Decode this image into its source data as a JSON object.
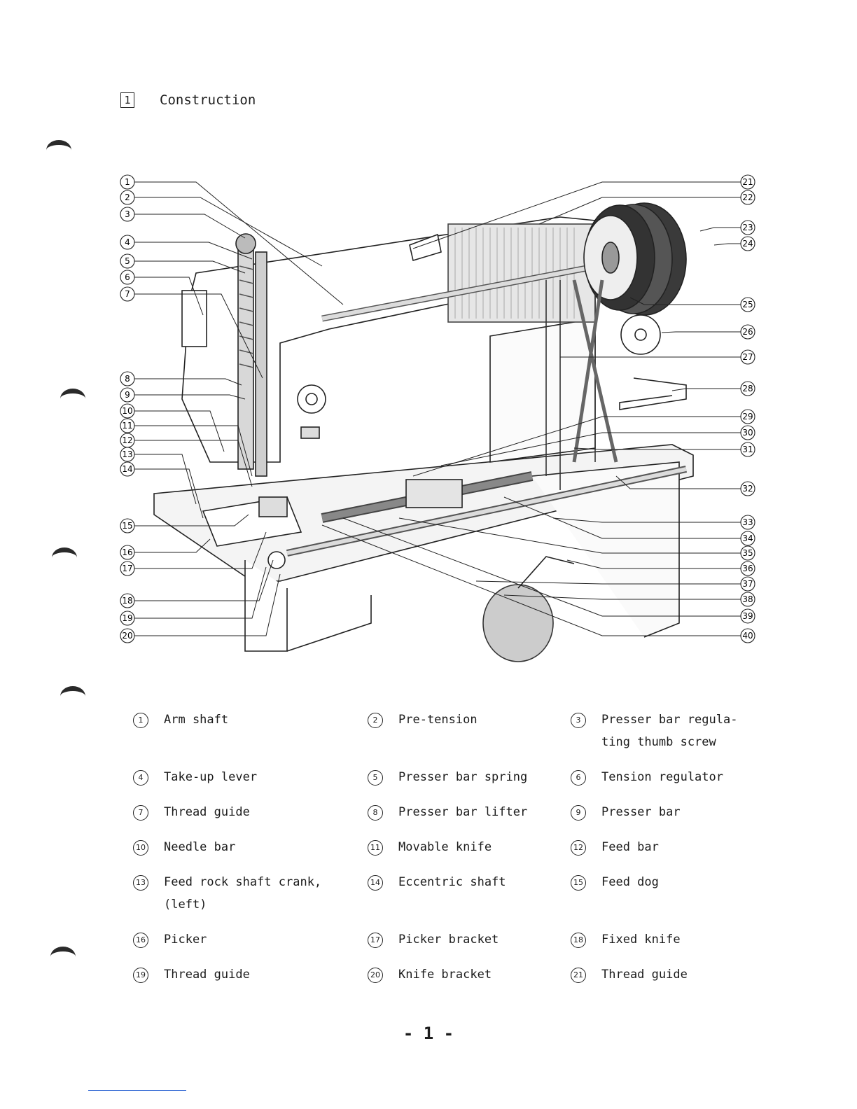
{
  "section": {
    "number": "1",
    "title": "Construction"
  },
  "callouts_left": [
    "1",
    "2",
    "3",
    "4",
    "5",
    "6",
    "7",
    "8",
    "9",
    "10",
    "11",
    "12",
    "13",
    "14",
    "15",
    "16",
    "17",
    "18",
    "19",
    "20"
  ],
  "callouts_right": [
    "21",
    "22",
    "23",
    "24",
    "25",
    "26",
    "27",
    "28",
    "29",
    "30",
    "31",
    "32",
    "33",
    "34",
    "35",
    "36",
    "37",
    "38",
    "39",
    "40"
  ],
  "parts": [
    {
      "num": "1",
      "label": "Arm shaft"
    },
    {
      "num": "2",
      "label": "Pre-tension"
    },
    {
      "num": "3",
      "label": "Presser bar regula-\nting thumb screw"
    },
    {
      "num": "4",
      "label": "Take-up lever"
    },
    {
      "num": "5",
      "label": "Presser bar spring"
    },
    {
      "num": "6",
      "label": "Tension regulator"
    },
    {
      "num": "7",
      "label": "Thread guide"
    },
    {
      "num": "8",
      "label": "Presser bar lifter"
    },
    {
      "num": "9",
      "label": "Presser bar"
    },
    {
      "num": "10",
      "label": "Needle bar"
    },
    {
      "num": "11",
      "label": "Movable knife"
    },
    {
      "num": "12",
      "label": "Feed bar"
    },
    {
      "num": "13",
      "label": "Feed rock shaft crank,\n(left)"
    },
    {
      "num": "14",
      "label": "Eccentric shaft"
    },
    {
      "num": "15",
      "label": "Feed dog"
    },
    {
      "num": "16",
      "label": "Picker"
    },
    {
      "num": "17",
      "label": "Picker bracket"
    },
    {
      "num": "18",
      "label": "Fixed knife"
    },
    {
      "num": "19",
      "label": "Thread guide"
    },
    {
      "num": "20",
      "label": "Knife bracket"
    },
    {
      "num": "21",
      "label": "Thread guide"
    }
  ],
  "page_number": "- 1 -"
}
